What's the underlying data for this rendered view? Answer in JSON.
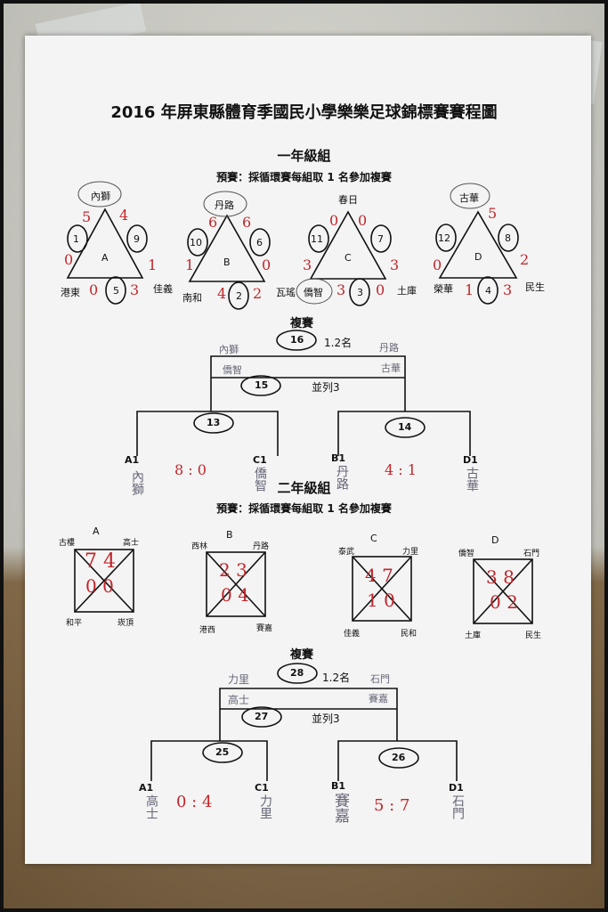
{
  "title": "2016 年屏東縣體育季國民小學樂樂足球錦標賽賽程圖",
  "grade1": {
    "heading": "一年級組",
    "prelim": "預賽：採循環賽每組取 1 名參加複賽",
    "final_label": "複賽",
    "groups": [
      {
        "letter": "A",
        "top": "內獅",
        "left": "港東",
        "right": "佳義",
        "m1": "1",
        "m2": "9",
        "m3": "5"
      },
      {
        "letter": "B",
        "top": "丹路",
        "left": "南和",
        "right": "",
        "m1": "10",
        "m2": "6",
        "m3": "2"
      },
      {
        "letter": "C",
        "top": "春日",
        "left": "瓦瑤",
        "left2": "僑智",
        "right": "土庫",
        "m1": "11",
        "m2": "7",
        "m3": "3"
      },
      {
        "letter": "D",
        "top": "古華",
        "left": "榮華",
        "right": "民生",
        "m1": "12",
        "m2": "8",
        "m3": "4"
      }
    ],
    "bracket": {
      "m16": "16",
      "m16_label": "1.2名",
      "m15": "15",
      "m15_label": "並列3",
      "m13": "13",
      "m14": "14",
      "a1": "A1",
      "c1": "C1",
      "b1": "B1",
      "d1": "D1",
      "score_ac": "8 : 0",
      "score_bd": "4 : 1",
      "a1_team": "內獅",
      "c1_team": "僑智",
      "b1_team": "丹路",
      "d1_team": "古華",
      "f_left": "內獅",
      "f_right": "丹路",
      "t_left": "僑智",
      "t_right": "古華"
    }
  },
  "grade2": {
    "heading": "二年級組",
    "prelim": "預賽：採循環賽每組取 1 名參加複賽",
    "final_label": "複賽",
    "groups": [
      {
        "letter": "A",
        "tl": "古樓",
        "tr": "高士",
        "bl": "和平",
        "br": "崁頂"
      },
      {
        "letter": "B",
        "tl": "西林",
        "tr": "丹路",
        "bl": "港西",
        "br": "賽嘉"
      },
      {
        "letter": "C",
        "tl": "泰武",
        "tr": "力里",
        "bl": "佳義",
        "br": "民和"
      },
      {
        "letter": "D",
        "tl": "僑智",
        "tr": "石門",
        "bl": "土庫",
        "br": "民生"
      }
    ],
    "bracket": {
      "m28": "28",
      "m28_label": "1.2名",
      "m27": "27",
      "m27_label": "並列3",
      "m25": "25",
      "m26": "26",
      "a1": "A1",
      "c1": "C1",
      "b1": "B1",
      "d1": "D1",
      "score_ac": "0 : 4",
      "score_bd": "5 : 7",
      "a1_team": "高士",
      "c1_team": "力里",
      "b1_team": "賽嘉",
      "d1_team": "石門",
      "f_left": "力里",
      "f_right": "石門",
      "t_left": "高士",
      "t_right": "賽嘉"
    }
  },
  "colors": {
    "ink": "#111111",
    "red_marker": "#c0262b",
    "pencil": "#666677"
  }
}
